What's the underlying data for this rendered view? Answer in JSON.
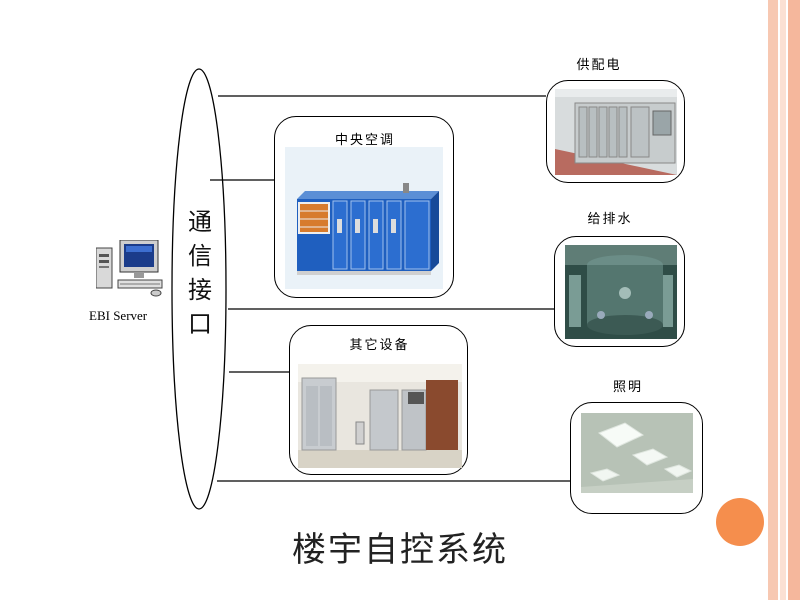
{
  "title": "楼宇自控系统",
  "interface_label": [
    "通",
    "信",
    "接",
    "口"
  ],
  "server_label": "EBI Server",
  "subsystems": {
    "hvac": "中央空调",
    "power": "供配电",
    "water": "给排水",
    "other": "其它设备",
    "lighting": "照明"
  },
  "colors": {
    "accent": "#f58e4d",
    "stripe": "#f7c8b2"
  }
}
